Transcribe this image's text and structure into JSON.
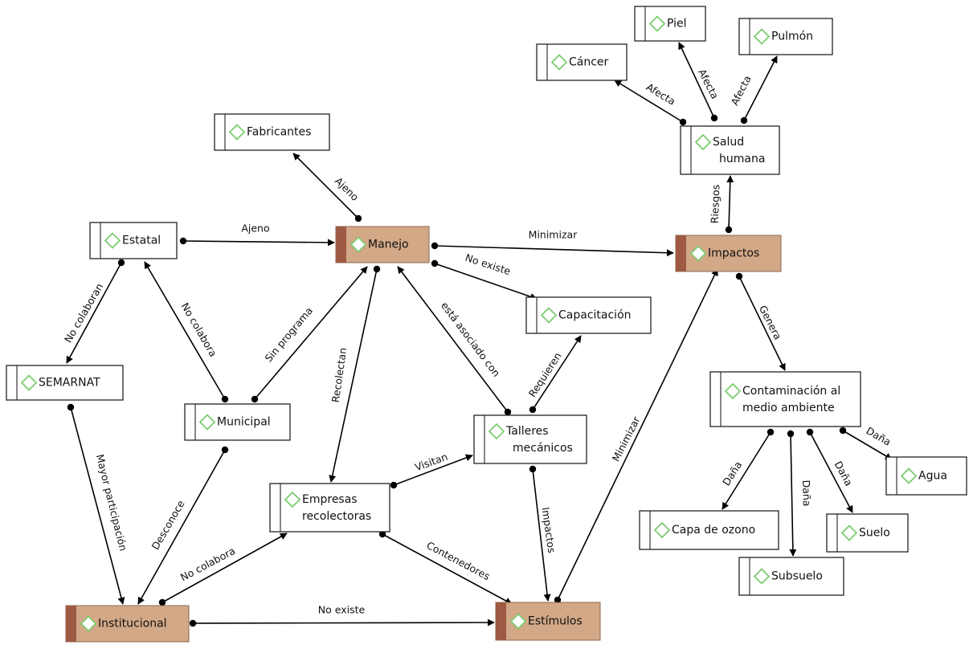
{
  "colors": {
    "highlight_fill": "#d2a887",
    "highlight_tab": "#9e5a43",
    "box_border": "#222222",
    "icon_green": "#7ccc70",
    "line": "#000000"
  },
  "icon": "diamond-icon",
  "nodes": {
    "fabricantes": {
      "lines": [
        "Fabricantes"
      ],
      "highlight": false
    },
    "estatal": {
      "lines": [
        "Estatal"
      ],
      "highlight": false
    },
    "manejo": {
      "lines": [
        "Manejo"
      ],
      "highlight": true
    },
    "semarnat": {
      "lines": [
        "SEMARNAT"
      ],
      "highlight": false
    },
    "municipal": {
      "lines": [
        "Municipal"
      ],
      "highlight": false
    },
    "capacitacion": {
      "lines": [
        "Capacitación"
      ],
      "highlight": false
    },
    "talleres": {
      "lines": [
        "Talleres",
        "mecánicos"
      ],
      "highlight": false
    },
    "empresas": {
      "lines": [
        "Empresas",
        "recolectoras"
      ],
      "highlight": false
    },
    "institucional": {
      "lines": [
        "Institucional"
      ],
      "highlight": true
    },
    "estimulos": {
      "lines": [
        "Estímulos"
      ],
      "highlight": true
    },
    "impactos": {
      "lines": [
        "Impactos"
      ],
      "highlight": true
    },
    "salud": {
      "lines": [
        "Salud",
        "humana"
      ],
      "highlight": false
    },
    "cancer": {
      "lines": [
        "Cáncer"
      ],
      "highlight": false
    },
    "piel": {
      "lines": [
        "Piel"
      ],
      "highlight": false
    },
    "pulmon": {
      "lines": [
        "Pulmón"
      ],
      "highlight": false
    },
    "contaminacion": {
      "lines": [
        "Contaminación al",
        "medio ambiente"
      ],
      "highlight": false
    },
    "capa_ozono": {
      "lines": [
        "Capa de ozono"
      ],
      "highlight": false
    },
    "subsuelo": {
      "lines": [
        "Subsuelo"
      ],
      "highlight": false
    },
    "suelo": {
      "lines": [
        "Suelo"
      ],
      "highlight": false
    },
    "agua": {
      "lines": [
        "Agua"
      ],
      "highlight": false
    }
  },
  "edges": [
    {
      "id": "e1",
      "from": "manejo",
      "to": "fabricantes",
      "label": "Ajeno"
    },
    {
      "id": "e2",
      "from": "estatal",
      "to": "manejo",
      "label": "Ajeno"
    },
    {
      "id": "e3",
      "from": "manejo",
      "to": "impactos",
      "label": "Minimizar"
    },
    {
      "id": "e4",
      "from": "manejo",
      "to": "capacitacion",
      "label": "No existe"
    },
    {
      "id": "e5",
      "from": "semarnat",
      "to": "estatal",
      "label": "No colaboran"
    },
    {
      "id": "e6",
      "from": "municipal",
      "to": "estatal",
      "label": "No colabora"
    },
    {
      "id": "e7",
      "from": "municipal",
      "to": "manejo",
      "label": "Sin programa"
    },
    {
      "id": "e8",
      "from": "manejo",
      "to": "empresas",
      "label": "Recolectan"
    },
    {
      "id": "e9",
      "from": "talleres",
      "to": "manejo",
      "label": "está asociado con"
    },
    {
      "id": "e10",
      "from": "talleres",
      "to": "capacitacion",
      "label": "Requieren"
    },
    {
      "id": "e11",
      "from": "empresas",
      "to": "talleres",
      "label": "Visitan"
    },
    {
      "id": "e12",
      "from": "semarnat",
      "to": "institucional",
      "label": "Mayor participación"
    },
    {
      "id": "e13",
      "from": "municipal",
      "to": "institucional",
      "label": "Desconoce"
    },
    {
      "id": "e14",
      "from": "institucional",
      "to": "empresas",
      "label": "No colabora"
    },
    {
      "id": "e15",
      "from": "institucional",
      "to": "estimulos",
      "label": "No existe"
    },
    {
      "id": "e16",
      "from": "empresas",
      "to": "estimulos",
      "label": "Contenedores"
    },
    {
      "id": "e17",
      "from": "talleres",
      "to": "estimulos",
      "label": "Impactos"
    },
    {
      "id": "e18",
      "from": "estimulos",
      "to": "impactos",
      "label": "Minimizar"
    },
    {
      "id": "e19",
      "from": "impactos",
      "to": "salud",
      "label": "Riesgos"
    },
    {
      "id": "e20",
      "from": "impactos",
      "to": "contaminacion",
      "label": "Genera"
    },
    {
      "id": "e21",
      "from": "salud",
      "to": "cancer",
      "label": "Afecta"
    },
    {
      "id": "e22",
      "from": "salud",
      "to": "piel",
      "label": "Afecta"
    },
    {
      "id": "e23",
      "from": "salud",
      "to": "pulmon",
      "label": "Afecta"
    },
    {
      "id": "e24",
      "from": "contaminacion",
      "to": "capa_ozono",
      "label": "Daña"
    },
    {
      "id": "e25",
      "from": "contaminacion",
      "to": "subsuelo",
      "label": "Daña"
    },
    {
      "id": "e26",
      "from": "contaminacion",
      "to": "suelo",
      "label": "Daña"
    },
    {
      "id": "e27",
      "from": "contaminacion",
      "to": "agua",
      "label": "Daña"
    }
  ]
}
